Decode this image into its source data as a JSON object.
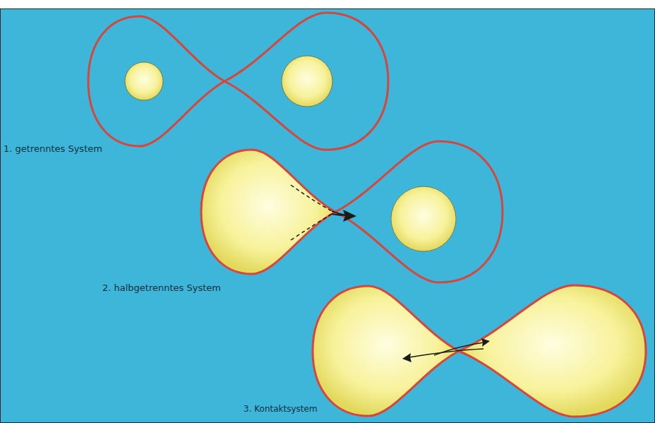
{
  "diagram": {
    "labels": [
      "1. getrenntes System",
      "2. halbgetrenntes System",
      "3. Kontaktsystem"
    ]
  }
}
